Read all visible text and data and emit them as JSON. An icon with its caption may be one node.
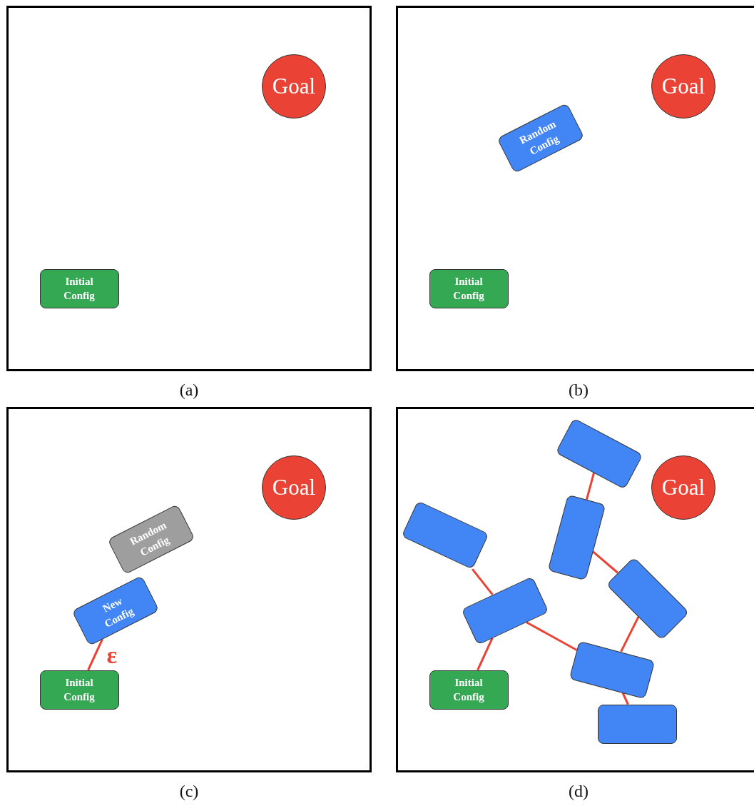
{
  "diagram": {
    "nodes": [
      {
        "text": [
          "(a)"
        ]
      },
      {
        "text": [
          "Goal"
        ],
        "in": 0
      },
      {
        "text": [
          "Initial Config"
        ],
        "in": 0
      },
      {
        "text": [
          "(b)"
        ]
      },
      {
        "text": [
          "Goal"
        ],
        "in": 3
      },
      {
        "text": [
          "Random Config"
        ],
        "in": 3
      },
      {
        "text": [
          "Initial Config"
        ],
        "in": 3
      },
      {
        "text": [
          "(c)"
        ]
      },
      {
        "text": [
          "Goal"
        ],
        "in": 7
      },
      {
        "text": [
          "Random Config"
        ],
        "in": 7
      },
      {
        "text": [
          "New Config"
        ],
        "in": 7
      },
      {
        "text": [
          "Initial Config"
        ],
        "in": 7
      },
      {
        "text": [
          "(d)"
        ]
      },
      {
        "text": [],
        "shape": "box",
        "in": 12
      },
      {
        "text": [
          "Goal"
        ],
        "in": 12
      },
      {
        "text": [],
        "shape": "box",
        "in": 12
      },
      {
        "text": [],
        "shape": "box",
        "in": 12
      },
      {
        "text": [],
        "shape": "box",
        "in": 12
      },
      {
        "text": [],
        "shape": "box",
        "in": 12
      },
      {
        "text": [
          "Initial Config"
        ],
        "in": 12
      },
      {
        "text": [],
        "shape": "box",
        "in": 12
      },
      {
        "text": [],
        "shape": "box",
        "in": 12
      }
    ],
    "edges": [
      {
        "from": 11,
        "to": 10,
        "arrow": "none",
        "label": "ε"
      },
      {
        "from": 19,
        "to": 18,
        "arrow": "none"
      },
      {
        "from": 18,
        "to": 15,
        "arrow": "none"
      },
      {
        "from": 18,
        "to": 20,
        "arrow": "none"
      },
      {
        "from": 20,
        "to": 21,
        "arrow": "none"
      },
      {
        "from": 20,
        "to": 17,
        "arrow": "none"
      },
      {
        "from": 17,
        "to": 16,
        "arrow": "none"
      },
      {
        "from": 16,
        "to": 13,
        "arrow": "none"
      }
    ]
  }
}
